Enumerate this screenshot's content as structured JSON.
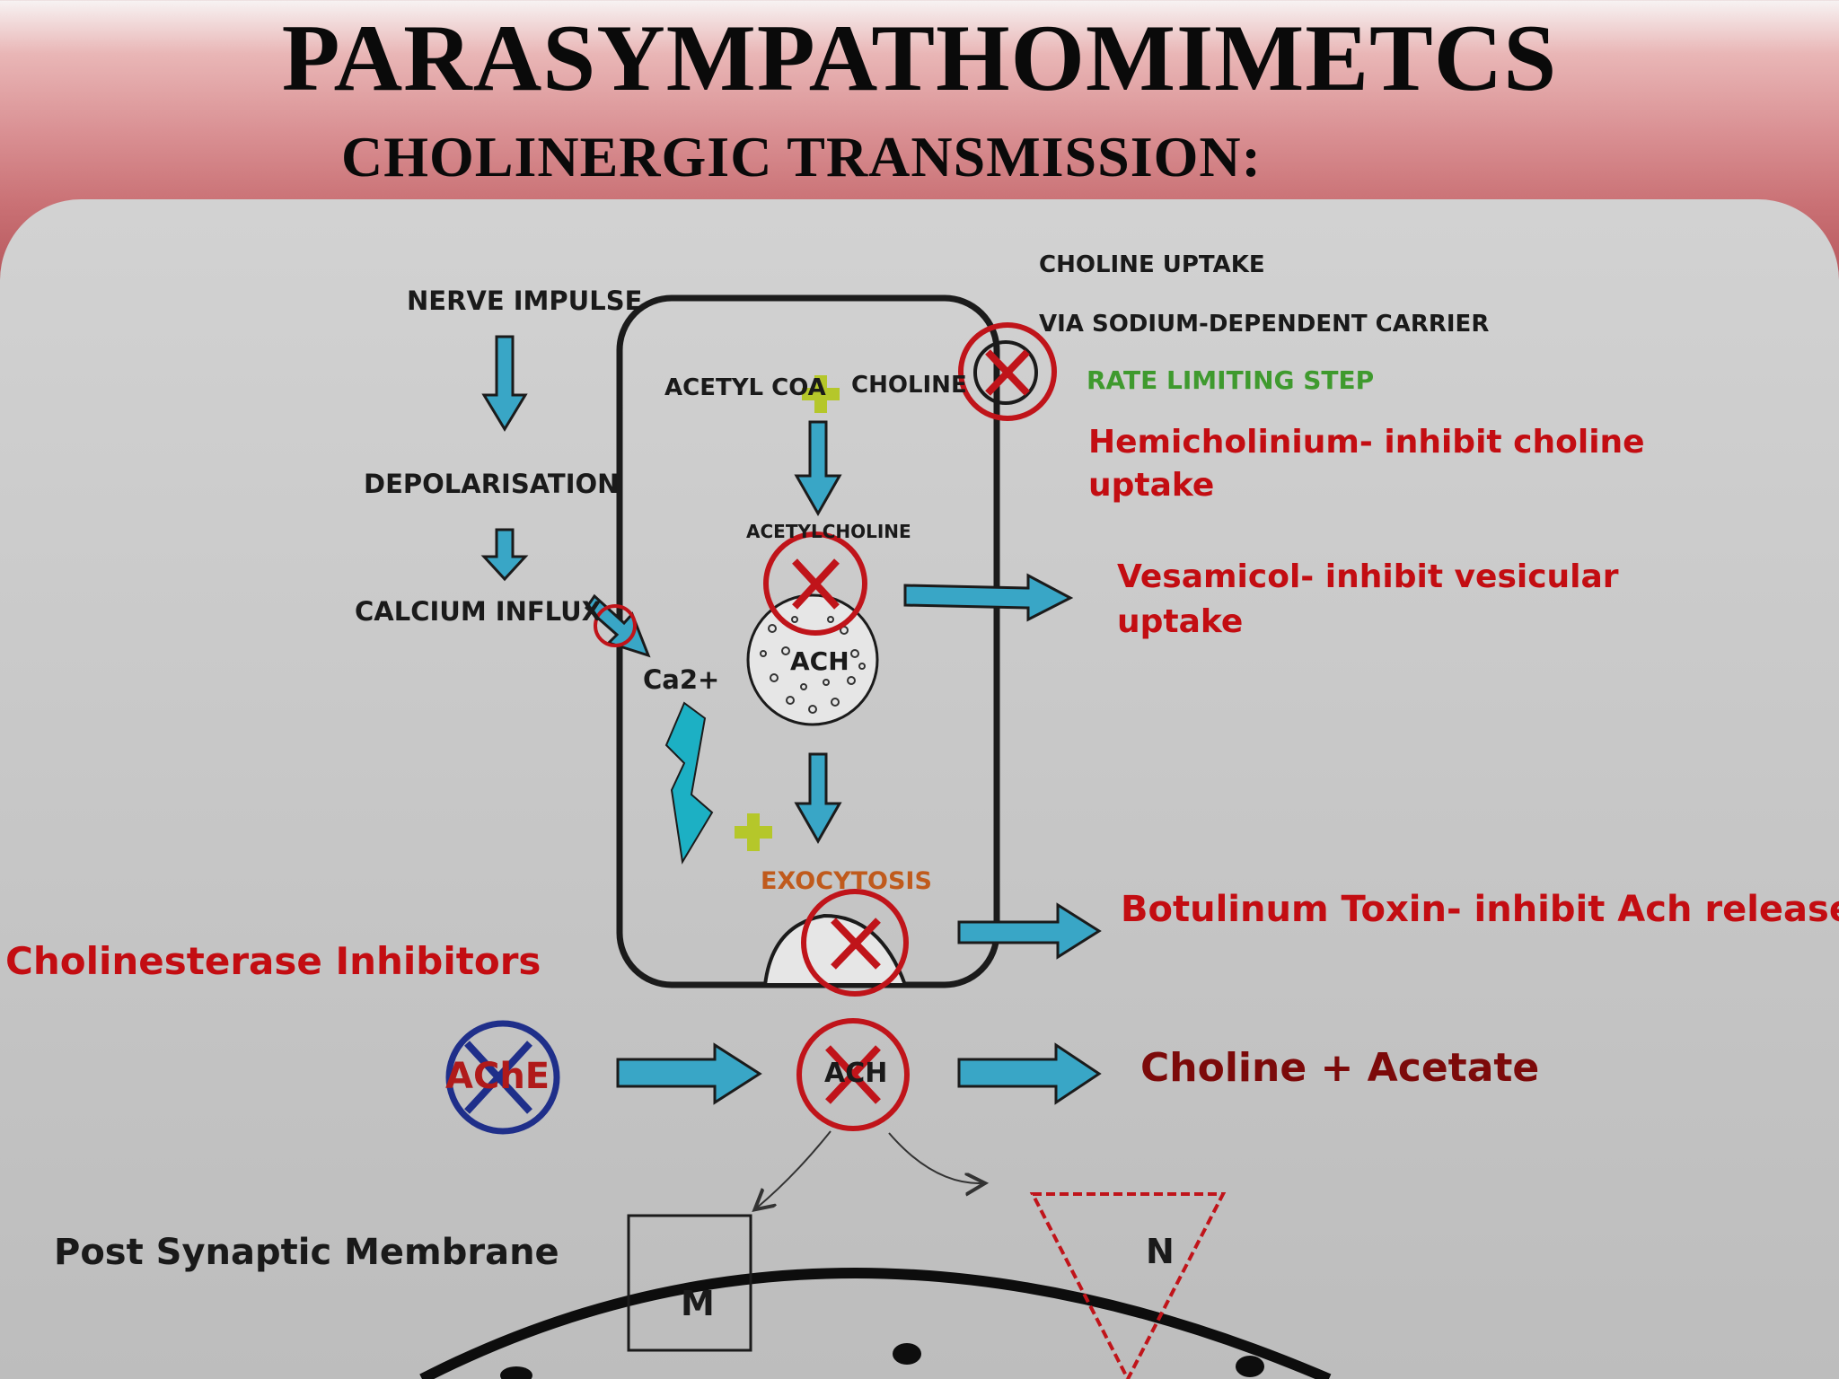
{
  "title": "PARASYMPATHOMIMETCS",
  "subtitle": "CHOLINERGIC TRANSMISSION:",
  "diagram": {
    "labels": {
      "nerve_impulse": "NERVE IMPULSE",
      "depolarisation": "DEPOLARISATION",
      "calcium_influx": "CALCIUM  INFLUX",
      "ca2": "Ca2+",
      "acetyl_coa": "ACETYL COA",
      "choline": "CHOLINE",
      "acetylcholine": "ACETYLCHOLINE",
      "ach_vesicle": "ACH",
      "exocytosis": "EXOCYTOSIS",
      "ache": "AChE",
      "ach_cleft": "ACH",
      "receptor_m": "M",
      "receptor_n": "N",
      "post_synaptic": "Post Synaptic Membrane"
    },
    "annotations": {
      "choline_uptake": "CHOLINE UPTAKE",
      "carrier": "VIA SODIUM-DEPENDENT CARRIER",
      "rate_limiting": "RATE LIMITING STEP",
      "hemicholinium_1": "Hemicholinium- inhibit choline",
      "hemicholinium_2": "uptake",
      "vesamicol_1": "Vesamicol- inhibit vesicular",
      "vesamicol_2": "uptake",
      "botulinum": "Botulinum Toxin- inhibit Ach release",
      "cholinesterase": "Cholinesterase Inhibitors",
      "products": "Choline + Acetate"
    },
    "colors": {
      "arrow": "#39a6c6",
      "inhibit": "#c0141a",
      "ache_circle": "#1f2f8a",
      "plus": "#b5c72a"
    }
  }
}
